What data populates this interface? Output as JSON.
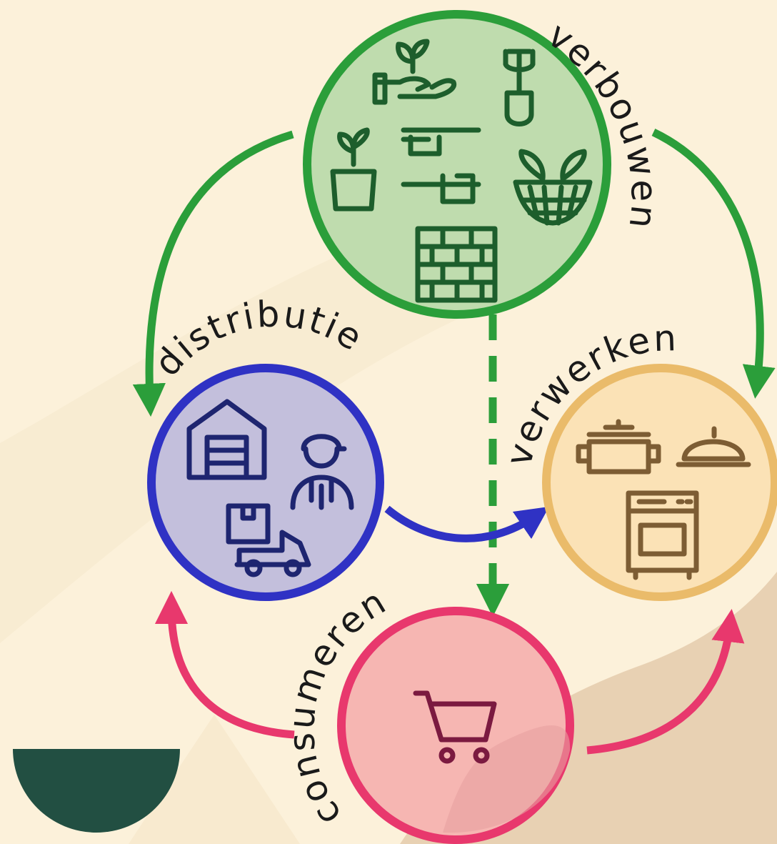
{
  "stages": {
    "growing": {
      "label": "verbouwen",
      "color": "#2b9e3a",
      "fill": "#bfdcae"
    },
    "processing": {
      "label": "verwerken",
      "color": "#eabb6a",
      "fill": "#fbe2b6"
    },
    "distribution": {
      "label": "distributie",
      "color": "#2f32c4",
      "fill": "#c3bfdc"
    },
    "consumption": {
      "label": "consumeren",
      "color": "#e8386d",
      "fill": "#f6b6b2"
    }
  },
  "icons": {
    "growing": [
      "plant-in-hand-icon",
      "shovel-icon",
      "potted-plant-icon",
      "farm-plots-icon",
      "vegetable-basket-icon",
      "brick-wall-icon"
    ],
    "distribution": [
      "warehouse-icon",
      "delivery-person-icon",
      "delivery-truck-icon"
    ],
    "processing": [
      "cooking-pot-icon",
      "cloche-icon",
      "oven-icon"
    ],
    "consumption": [
      "shopping-cart-icon"
    ]
  },
  "flows": [
    {
      "from": "verbouwen",
      "to": "distributie",
      "color": "#2b9e3a",
      "style": "solid"
    },
    {
      "from": "verbouwen",
      "to": "verwerken",
      "color": "#2b9e3a",
      "style": "solid"
    },
    {
      "from": "verbouwen",
      "to": "consumeren",
      "color": "#2b9e3a",
      "style": "dashed"
    },
    {
      "from": "distributie",
      "to": "verwerken",
      "color": "#2f32c4",
      "style": "solid"
    },
    {
      "from": "consumeren",
      "to": "distributie",
      "color": "#e8386d",
      "style": "solid"
    },
    {
      "from": "consumeren",
      "to": "verwerken",
      "color": "#e8386d",
      "style": "solid"
    }
  ]
}
